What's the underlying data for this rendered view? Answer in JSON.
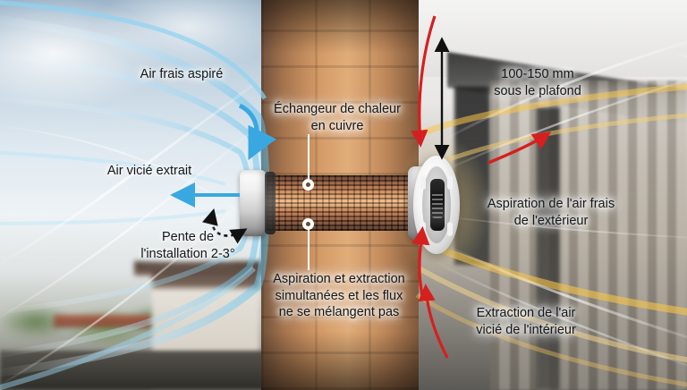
{
  "diagram": {
    "title": "Ventilation a recuperation de chaleur murale",
    "wall_material": "brique",
    "device": "echangeur de chaleur en cuivre traversant le mur"
  },
  "labels": {
    "fresh_air_in": "Air frais aspiré",
    "stale_air_out": "Air vicié extrait",
    "slope": "Pente de\nl'installation 2-3°",
    "heat_exchanger": "Échangeur de chaleur\nen cuivre",
    "simultaneous": "Aspiration et extraction\nsimultanées et les flux\nne se mélangent pas",
    "ceiling_distance": "100-150 mm\nsous le plafond",
    "intake_outside": "Aspiration de l'air frais\nde l'extérieur",
    "extract_inside": "Extraction de l'air\nvicié de l'intérieur"
  },
  "colors": {
    "cold_air": "#3aa8e0",
    "warm_air": "#d61f1f",
    "dimension_line": "#111111",
    "label_text": "#14171a",
    "brick": "#d39a66",
    "copper": "#b0673a",
    "vent_white": "#f2f2f2",
    "warm_glow": "#f7c448"
  },
  "zones": {
    "left": "extérieur",
    "right": "intérieur"
  },
  "arrows": [
    {
      "name": "fresh-air-down-arrow",
      "color": "#3aa8e0",
      "direction": "down"
    },
    {
      "name": "stale-air-left-arrow",
      "color": "#3aa8e0",
      "direction": "left"
    },
    {
      "name": "slope-indicator-arc",
      "color": "#111111",
      "direction": "double-curved"
    },
    {
      "name": "ceiling-dimension-arrow",
      "color": "#111111",
      "direction": "vertical-double"
    },
    {
      "name": "intake-red-arrow",
      "color": "#d61f1f",
      "direction": "up-right"
    },
    {
      "name": "extract-red-arrow",
      "color": "#d61f1f",
      "direction": "up"
    },
    {
      "name": "warm-air-curve-arrow",
      "color": "#d61f1f",
      "direction": "down-left"
    }
  ]
}
